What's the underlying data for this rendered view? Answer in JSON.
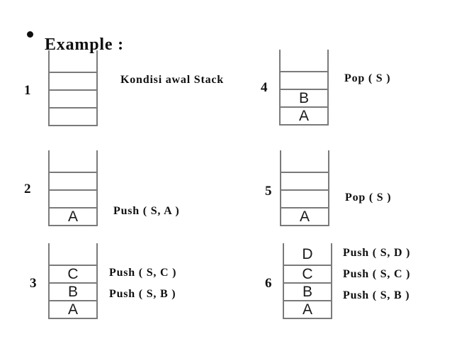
{
  "title": {
    "text": "Example :"
  },
  "colors": {
    "background": "#ffffff",
    "stack_line": "#7a7a7a",
    "text": "#0f0f0f"
  },
  "figures": [
    {
      "number": "1",
      "cells": [
        "",
        "",
        "",
        ""
      ],
      "operations": [
        "Kondisi awal Stack"
      ]
    },
    {
      "number": "2",
      "cells": [
        "",
        "",
        "",
        "A"
      ],
      "operations": [
        "Push ( S, A )"
      ]
    },
    {
      "number": "3",
      "cells": [
        "",
        "C",
        "B",
        "A"
      ],
      "operations": [
        "Push ( S, C )",
        "Push ( S, B )"
      ]
    },
    {
      "number": "4",
      "cells": [
        "",
        "",
        "B",
        "A"
      ],
      "operations": [
        "Pop ( S )"
      ]
    },
    {
      "number": "5",
      "cells": [
        "",
        "",
        "",
        "A"
      ],
      "operations": [
        "Pop ( S )"
      ]
    },
    {
      "number": "6",
      "cells": [
        "D",
        "C",
        "B",
        "A"
      ],
      "operations": [
        "Push ( S, D )",
        "Push ( S, C )",
        "Push ( S, B )"
      ]
    }
  ]
}
